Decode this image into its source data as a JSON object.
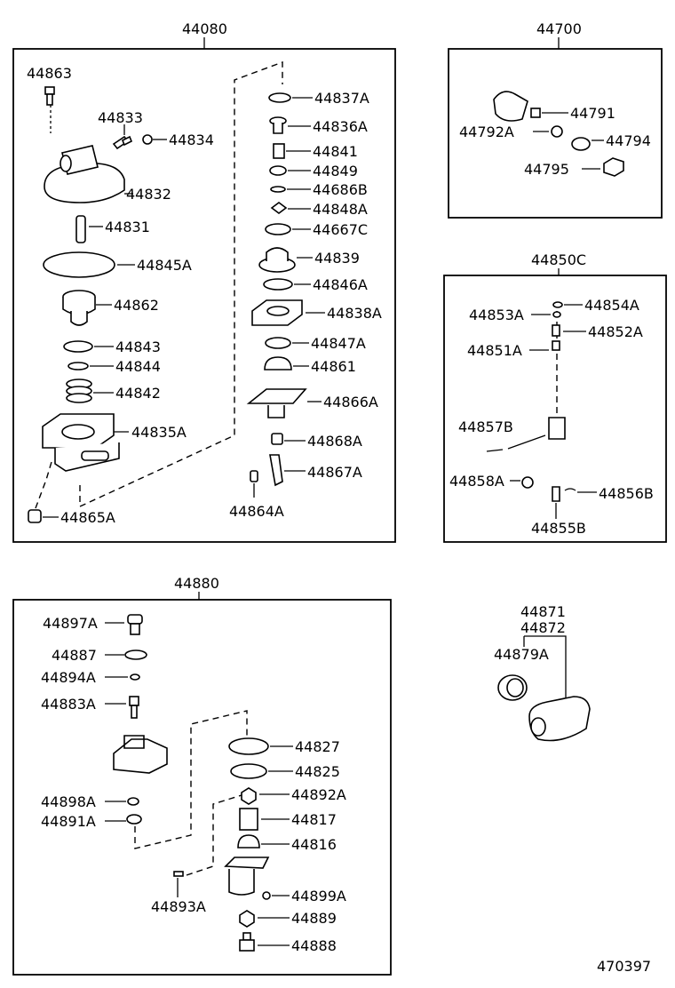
{
  "assemblies": {
    "a44080": {
      "title": "44080",
      "parts": [
        "44863",
        "44833",
        "44834",
        "44832",
        "44831",
        "44845A",
        "44862",
        "44843",
        "44844",
        "44842",
        "44835A",
        "44865A",
        "44837A",
        "44836A",
        "44841",
        "44849",
        "44686B",
        "44848A",
        "44667C",
        "44839",
        "44846A",
        "44838A",
        "44847A",
        "44861",
        "44866A",
        "44868A",
        "44867A",
        "44864A"
      ]
    },
    "a44700": {
      "title": "44700",
      "parts": [
        "44791",
        "44792A",
        "44794",
        "44795"
      ]
    },
    "a44850": {
      "title": "44850C",
      "parts": [
        "44854A",
        "44853A",
        "44852A",
        "44851A",
        "44857B",
        "44858A",
        "44856B",
        "44855B"
      ]
    },
    "a44880": {
      "title": "44880",
      "parts": [
        "44897A",
        "44887",
        "44894A",
        "44883A",
        "44898A",
        "44891A",
        "44827",
        "44825",
        "44892A",
        "44817",
        "44816",
        "44893A",
        "44899A",
        "44889",
        "44888"
      ]
    },
    "a44871": {
      "title_1": "44871",
      "title_2": "44872",
      "parts": [
        "44879A"
      ]
    }
  },
  "diagram_id": "470397"
}
